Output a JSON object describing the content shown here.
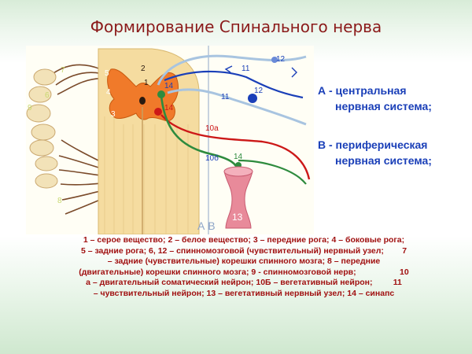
{
  "title": "Формирование Спинального нерва",
  "legend": {
    "a_line1": "А - центральная",
    "a_line2": "нервная система;",
    "b_line1": "В - периферическая",
    "b_line2": "нервная система;"
  },
  "diagram_labels": {
    "l1": "1",
    "l2": "2",
    "l3": "3",
    "l4": "4",
    "l5": "5",
    "l6": "6",
    "l7": "7",
    "l8": "8",
    "l9": "9",
    "l10a": "10а",
    "l10b": "10б",
    "l11a": "11",
    "l11b": "11",
    "l12a": "12",
    "l12b": "12",
    "l13": "13",
    "l14a": "14",
    "l14b": "14",
    "l14c": "14",
    "ab": "А В"
  },
  "caption_lines": [
    "1 – серое вещество; 2 – белое вещество; 3 – передние рога; 4 – боковые рога;",
    "5 – задние рога; 6, 12 – спинномозговой (чувствительный) нервный узел;        7",
    "– задние (чувствительные) корешки спинного мозга; 8 – передние",
    "(двигательные) корешки спинного мозга; 9 - спинномозговой нерв;                   10",
    "а – двигательный соматический нейрон; 10Б – вегетативный нейрон;         11",
    "– чувствительный нейрон; 13 – вегетативный нервный узел; 14 – синапс"
  ],
  "colors": {
    "title": "#8b1a1a",
    "legend": "#1a3fb8",
    "caption": "#a01010",
    "gray_matter": "#f07a2a",
    "white_matter": "#f5dca0",
    "motor_neuron": "#cc1818",
    "vegetative_neuron": "#2e8b3e",
    "sensory_neuron": "#1a3fb8",
    "ganglion": "#e88a9a"
  }
}
